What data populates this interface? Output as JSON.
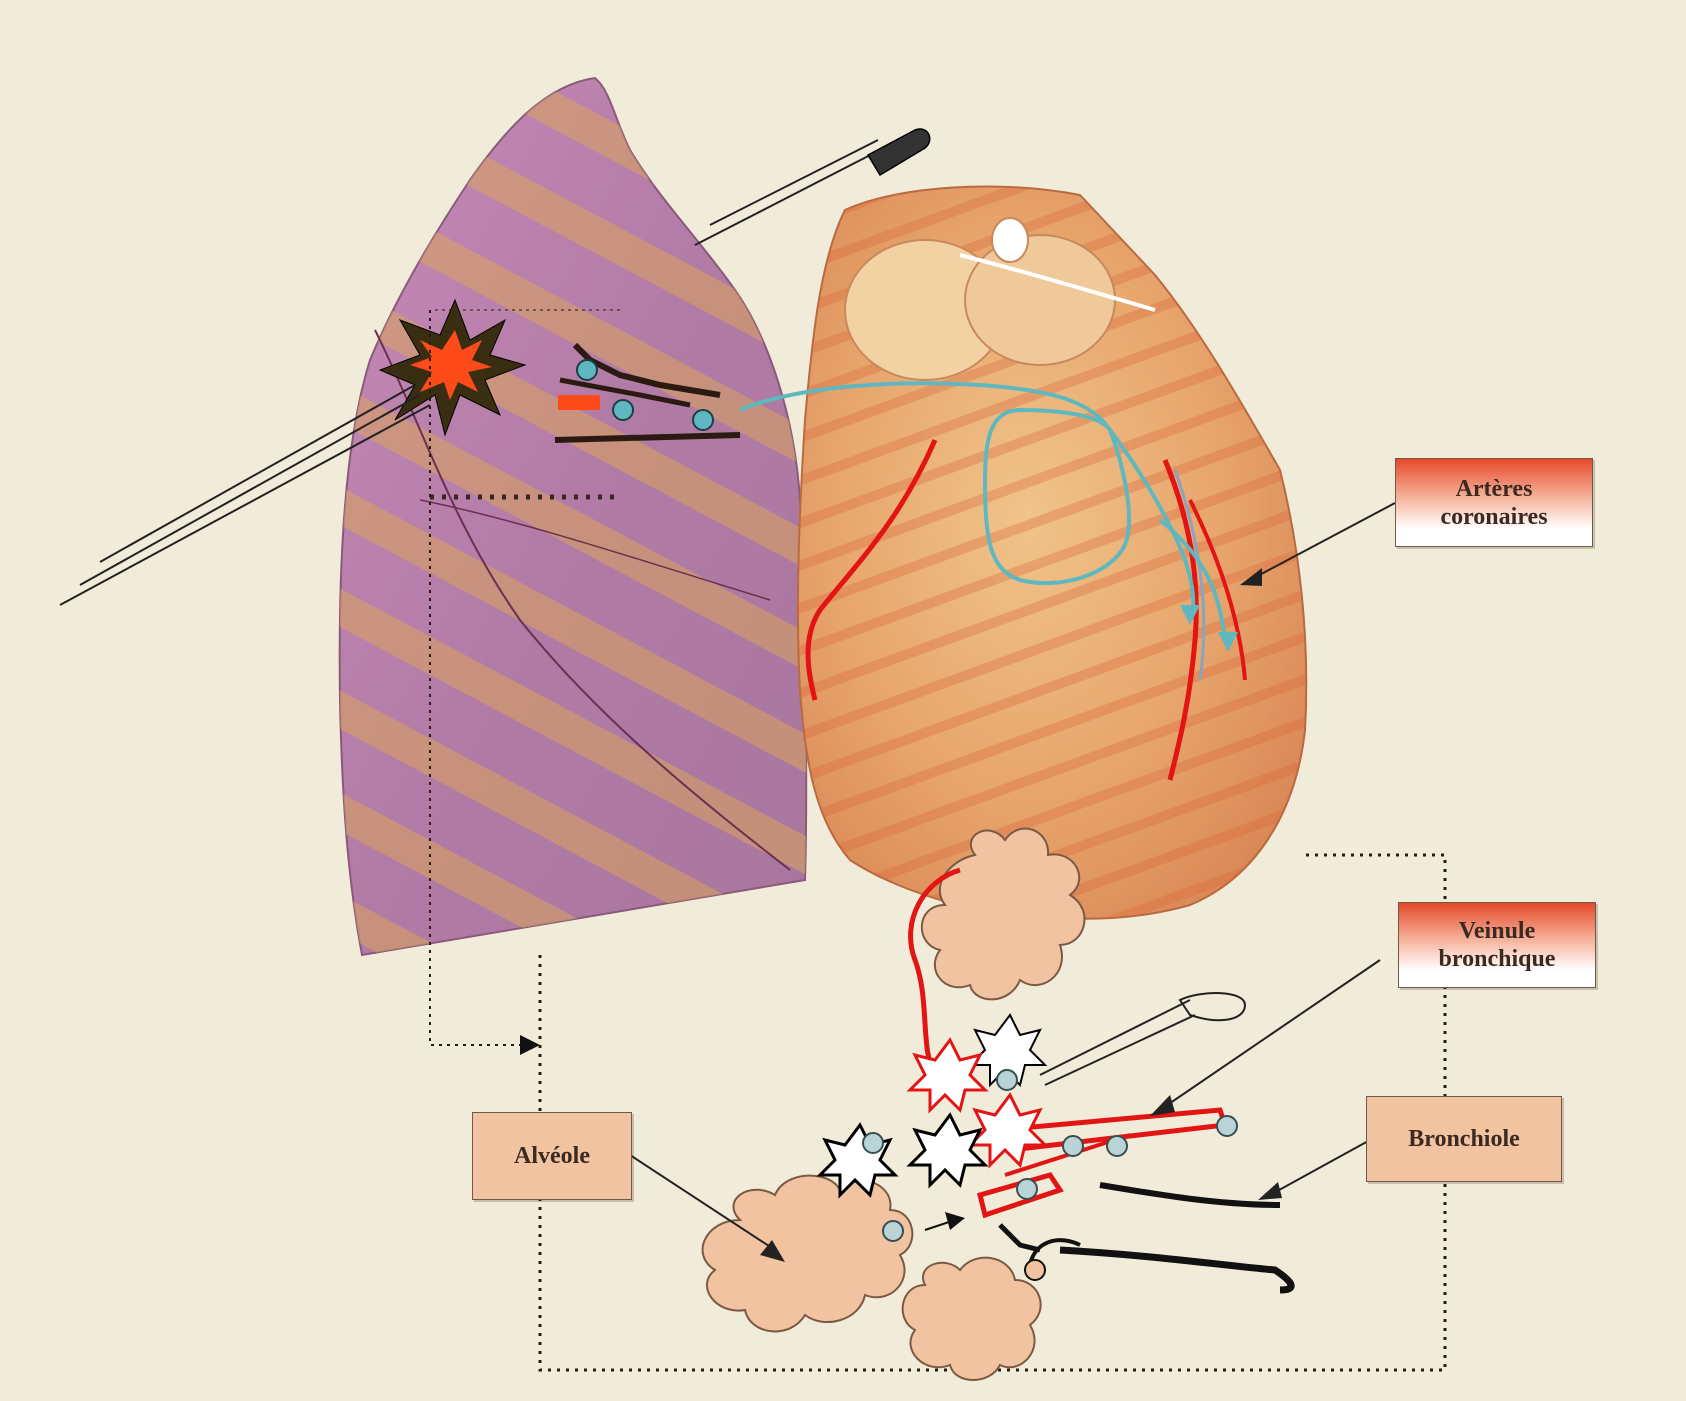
{
  "diagram": {
    "labels": {
      "arteres_coronaires": [
        "Artères",
        "coronaires"
      ],
      "veinule_bronchique": [
        "Veinule",
        "bronchique"
      ],
      "bronchiole": "Bronchiole",
      "alveole": "Alvéole"
    },
    "colors": {
      "background": "#f1ecd9",
      "lung": "#b47aa6",
      "lung_orange": "#d9a25a",
      "heart": "#e4a66a",
      "vessel_red": "#e21414",
      "cyan_path": "#5fb8bf",
      "alveole_fill": "#f2c3a0",
      "burst_orange": "#ff4a1a"
    },
    "icons": [
      "starburst-icon",
      "needle-icon",
      "pipette-icon",
      "particle-icon"
    ]
  }
}
